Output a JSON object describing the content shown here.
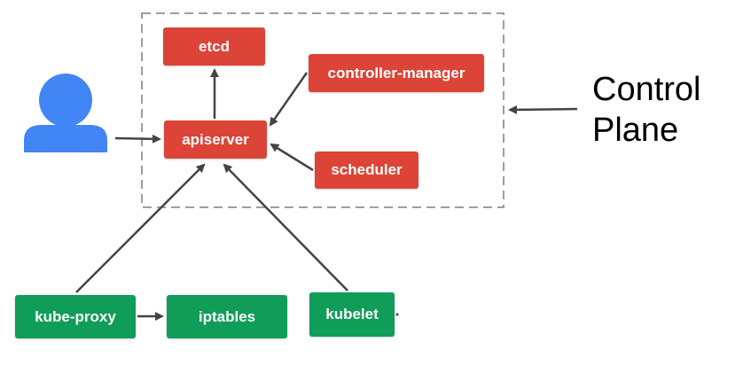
{
  "nodes": {
    "etcd": "etcd",
    "controller_manager": "controller-manager",
    "apiserver": "apiserver",
    "scheduler": "scheduler",
    "kube_proxy": "kube-proxy",
    "iptables": "iptables",
    "kubelet": "kubelet"
  },
  "control_plane_label": [
    "Control",
    "Plane"
  ],
  "colors": {
    "control_plane": "#dc4437",
    "node_components": "#109d58",
    "user": "#4285f4",
    "arrows": "#444444",
    "dashed_border": "#9e9e9e"
  },
  "icons": {
    "user": "user-icon"
  }
}
